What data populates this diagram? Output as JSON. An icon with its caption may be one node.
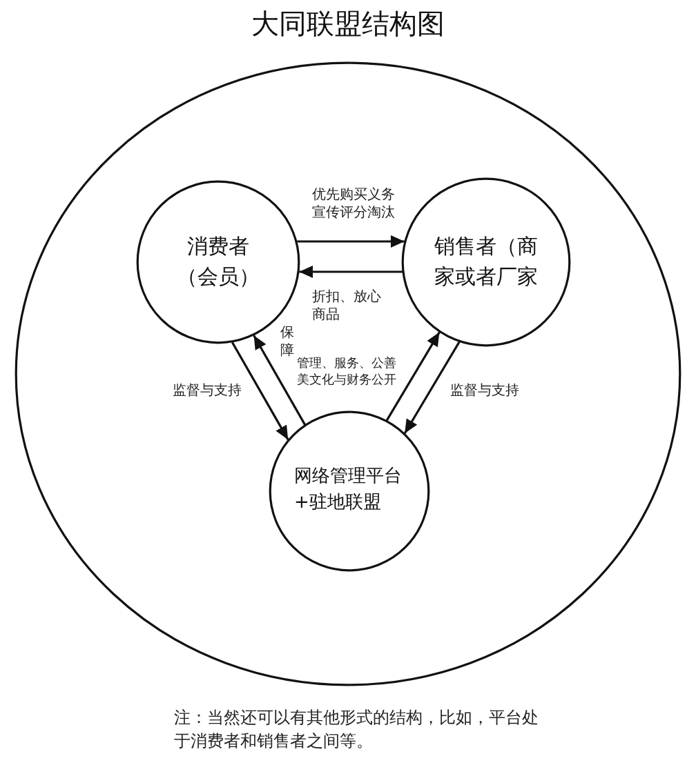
{
  "diagram": {
    "title": "大同联盟结构图",
    "nodes": [
      {
        "text": [],
        "shape": "circle"
      },
      {
        "text": [
          "消费者（会员）"
        ],
        "in": 0
      },
      {
        "text": [
          "销售者（商家或者厂家"
        ],
        "in": 0
      },
      {
        "text": [
          "网络管理平台+驻地联盟"
        ],
        "in": 0
      }
    ],
    "edges": [
      {
        "from": 1,
        "to": 2,
        "arrow": "to",
        "label": "优先购买义务宣传评分淘汰"
      },
      {
        "from": 2,
        "to": 1,
        "arrow": "to",
        "label": "折扣、放心商品"
      },
      {
        "from": 1,
        "to": 3,
        "arrow": "to",
        "label": "监督与支持"
      },
      {
        "from": 3,
        "to": 1,
        "arrow": "to",
        "label": "保障"
      },
      {
        "from": 3,
        "to": 2,
        "arrow": "to",
        "label": "管理、服务、公善美文化与财务公开"
      },
      {
        "from": 2,
        "to": 3,
        "arrow": "to",
        "label": "监督与支持"
      }
    ],
    "labels": [
      "注：当然还可以有其他形式的结构，比如，平台处于消费者和销售者之间等。"
    ]
  }
}
